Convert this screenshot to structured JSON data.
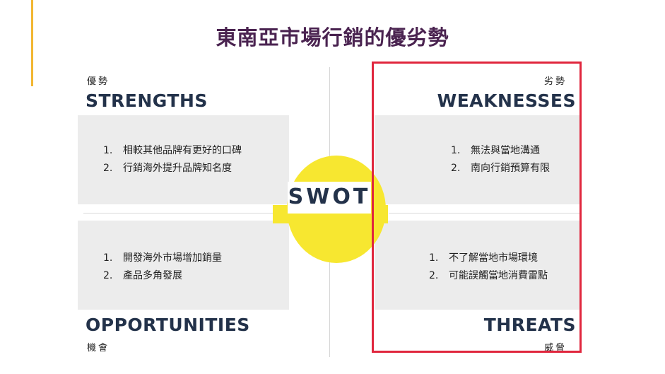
{
  "title": "東南亞市場行銷的優劣勢",
  "center_label": "SWOT",
  "strengths": {
    "label_zh": "優勢",
    "label_en": "STRENGTHS",
    "items": [
      {
        "num": "1.",
        "text": "相較其他品牌有更好的口碑"
      },
      {
        "num": "2.",
        "text": "行銷海外提升品牌知名度"
      }
    ]
  },
  "weaknesses": {
    "label_zh": "劣勢",
    "label_en": "WEAKNESSES",
    "items": [
      {
        "num": "1.",
        "text": "無法與當地溝通"
      },
      {
        "num": "2.",
        "text": "南向行銷預算有限"
      }
    ]
  },
  "opportunities": {
    "label_zh": "機會",
    "label_en": "OPPORTUNITIES",
    "items": [
      {
        "num": "1.",
        "text": "開發海外市場增加銷量"
      },
      {
        "num": "2.",
        "text": "產品多角發展"
      }
    ]
  },
  "threats": {
    "label_zh": "威脅",
    "label_en": "THREATS",
    "items": [
      {
        "num": "1.",
        "text": "不了解當地市場環境"
      },
      {
        "num": "2.",
        "text": "可能誤觸當地消費雷點"
      }
    ]
  },
  "colors": {
    "title": "#4a2350",
    "heading": "#23324a",
    "accent": "#f2b632",
    "circle": "#f7e730",
    "highlight": "#e0263d",
    "panel": "#ececec"
  }
}
